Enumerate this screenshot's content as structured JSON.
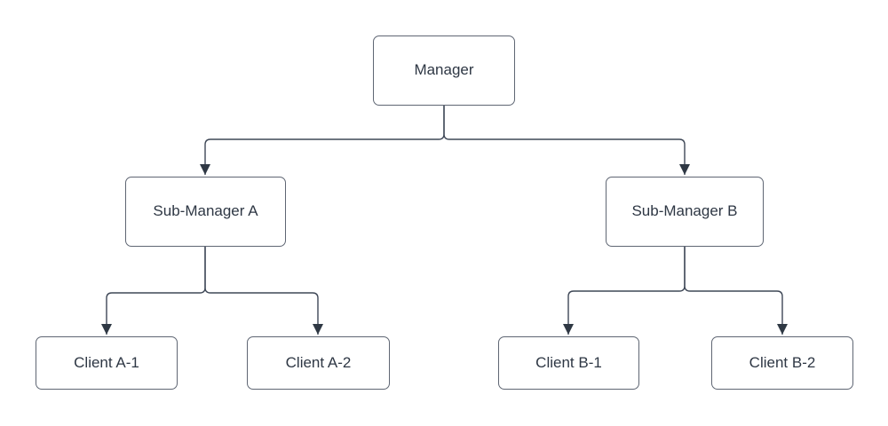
{
  "diagram": {
    "type": "org-chart-tree",
    "nodes": {
      "manager": {
        "label": "Manager"
      },
      "sub_a": {
        "label": "Sub-Manager A"
      },
      "sub_b": {
        "label": "Sub-Manager B"
      },
      "client_a1": {
        "label": "Client A-1"
      },
      "client_a2": {
        "label": "Client A-2"
      },
      "client_b1": {
        "label": "Client B-1"
      },
      "client_b2": {
        "label": "Client B-2"
      }
    },
    "edges": [
      {
        "from": "Manager",
        "to": "Sub-Manager A"
      },
      {
        "from": "Manager",
        "to": "Sub-Manager B"
      },
      {
        "from": "Sub-Manager A",
        "to": "Client A-1"
      },
      {
        "from": "Sub-Manager A",
        "to": "Client A-2"
      },
      {
        "from": "Sub-Manager B",
        "to": "Client B-1"
      },
      {
        "from": "Sub-Manager B",
        "to": "Client B-2"
      }
    ],
    "colors": {
      "background": "#ffffff",
      "node_fill": "#ffffff",
      "node_border": "#5f6673",
      "connector": "#3f4857",
      "arrowhead": "#2f3844",
      "text": "#2e3744"
    }
  }
}
